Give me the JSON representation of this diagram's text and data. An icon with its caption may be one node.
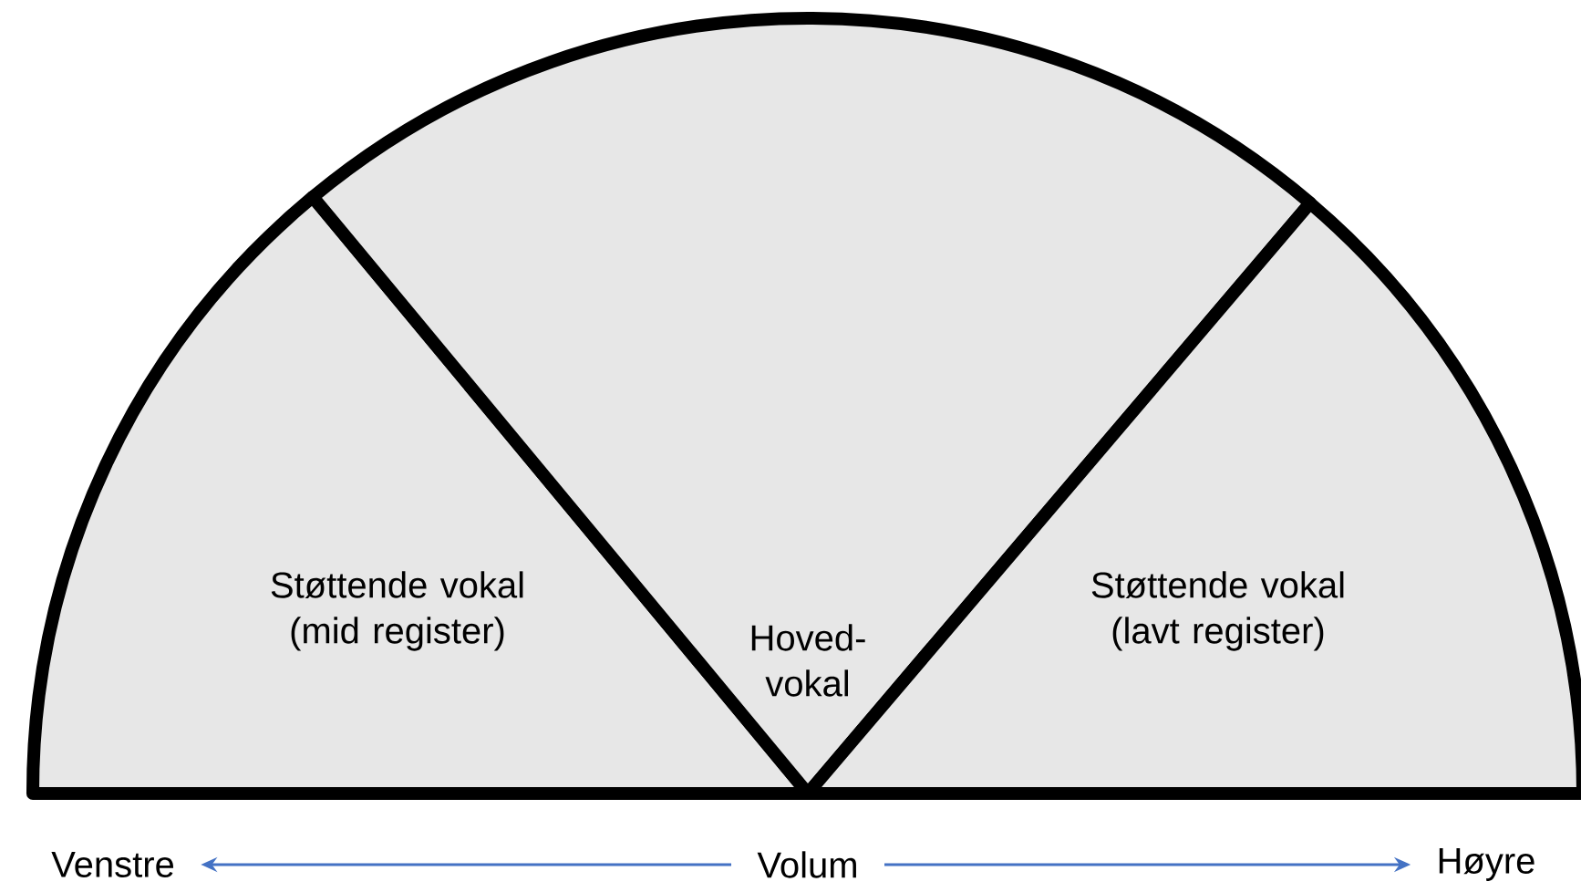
{
  "diagram": {
    "nodes": [
      {
        "text": [
          "Støttende vokal (mid register)"
        ]
      },
      {
        "text": [
          "Hoved- vokal"
        ]
      },
      {
        "text": [
          "Støttende vokal (lavt register)"
        ]
      },
      {
        "text": [
          "Venstre"
        ]
      },
      {
        "text": [
          "Volum"
        ]
      },
      {
        "text": [
          "Høyre"
        ]
      }
    ],
    "edges": [
      {
        "from": 4,
        "to": 3,
        "arrow": "to",
        "color": "#4472c4"
      },
      {
        "from": 4,
        "to": 5,
        "arrow": "to",
        "color": "#4472c4"
      }
    ]
  }
}
